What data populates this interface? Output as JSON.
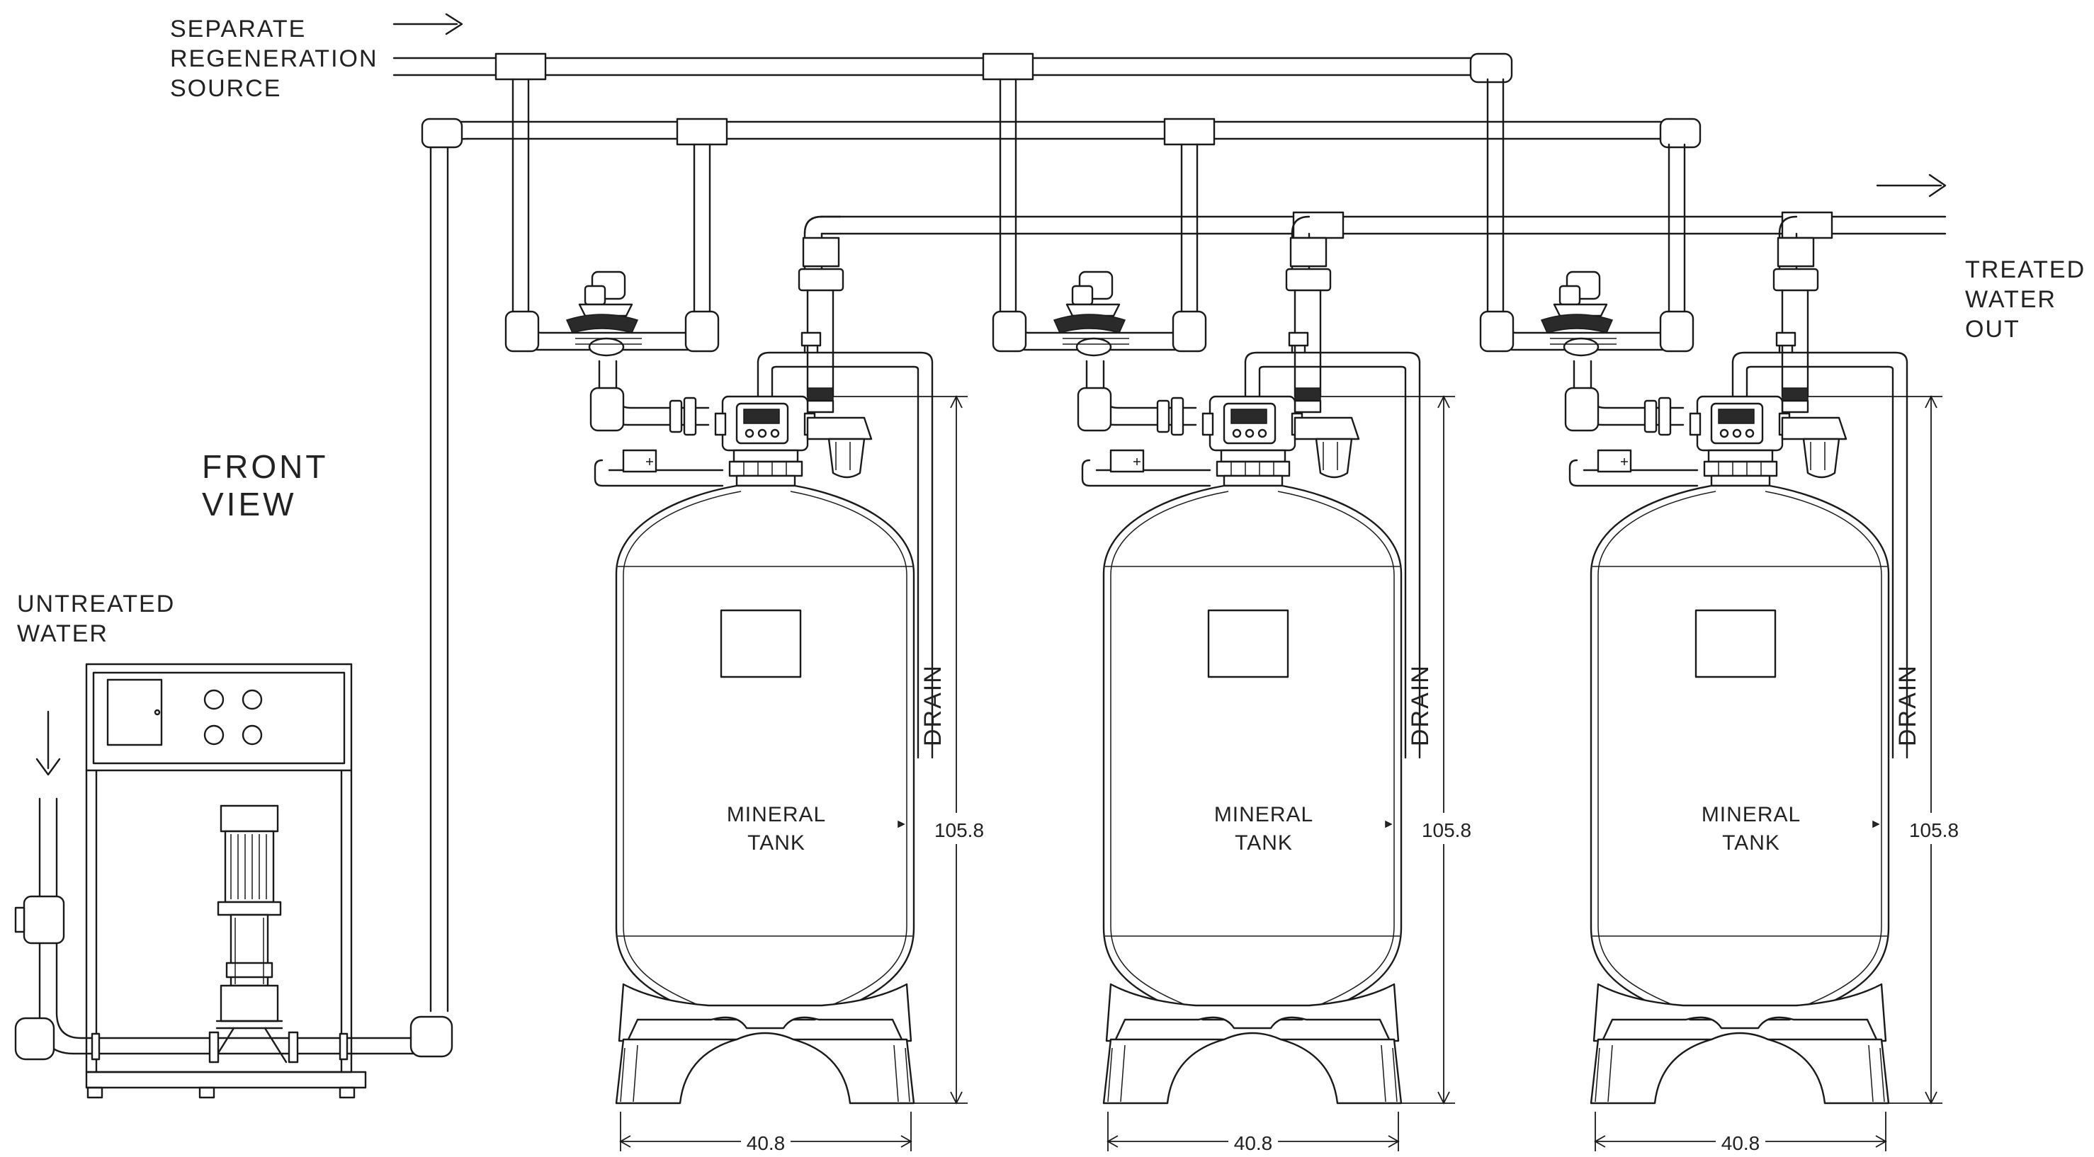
{
  "labels": {
    "regen_source": [
      "SEPARATE",
      "REGENERATION",
      "SOURCE"
    ],
    "treated_out": [
      "TREATED",
      "WATER",
      "OUT"
    ],
    "front_view": [
      "FRONT",
      "VIEW"
    ],
    "untreated": [
      "UNTREATED",
      "WATER"
    ]
  },
  "tanks": [
    {
      "label": [
        "MINERAL",
        "TANK"
      ],
      "drain": "DRAIN",
      "height": "105.8",
      "width": "40.8"
    },
    {
      "label": [
        "MINERAL",
        "TANK"
      ],
      "drain": "DRAIN",
      "height": "105.8",
      "width": "40.8"
    },
    {
      "label": [
        "MINERAL",
        "TANK"
      ],
      "drain": "DRAIN",
      "height": "105.8",
      "width": "40.8"
    }
  ],
  "colors": {
    "line": "#1a1a1a",
    "background": "#ffffff"
  }
}
